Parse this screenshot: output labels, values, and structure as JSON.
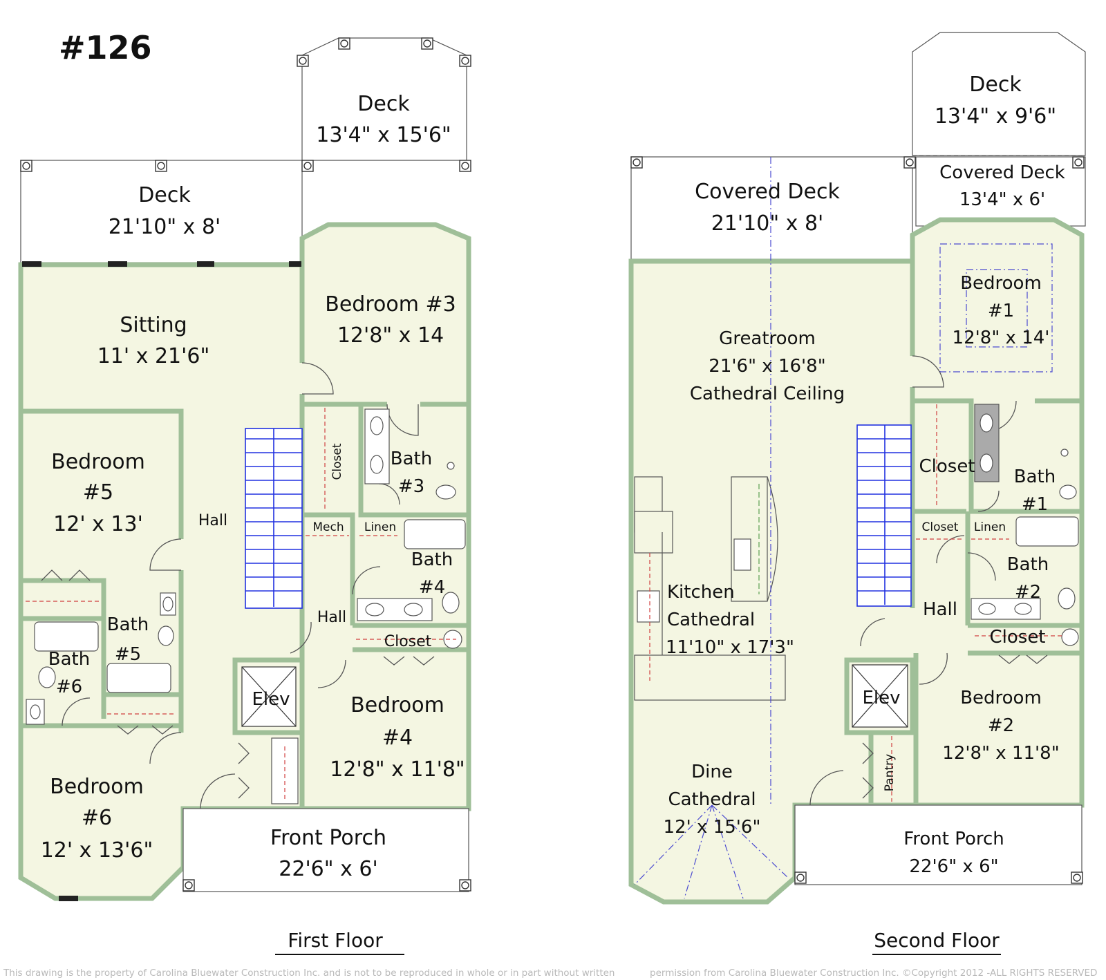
{
  "plan_number": "#126",
  "first_floor": {
    "label": "First Floor",
    "rooms": {
      "deck_upper": {
        "name": "Deck",
        "size": "13'4\" x 15'6\""
      },
      "deck_lower": {
        "name": "Deck",
        "size": "21'10\" x 8'"
      },
      "sitting": {
        "name": "Sitting",
        "size": "11' x 21'6\""
      },
      "bedroom3": {
        "name": "Bedroom #3",
        "size": "12'8\" x 14"
      },
      "bedroom5": {
        "name": "Bedroom",
        "num": "#5",
        "size": "12' x 13'"
      },
      "hall_main": "Hall",
      "closet_vertical": "Closet",
      "bath3": {
        "name": "Bath",
        "num": "#3"
      },
      "mech": "Mech",
      "linen": "Linen",
      "bath4": {
        "name": "Bath",
        "num": "#4"
      },
      "hall_small": "Hall",
      "closet_lower": "Closet",
      "bath5": {
        "name": "Bath",
        "num": "#5"
      },
      "bath6": {
        "name": "Bath",
        "num": "#6"
      },
      "elev": "Elev",
      "bedroom4": {
        "name": "Bedroom",
        "num": "#4",
        "size": "12'8\" x 11'8\""
      },
      "bedroom6": {
        "name": "Bedroom",
        "num": "#6",
        "size": "12' x 13'6\""
      },
      "front_porch": {
        "name": "Front Porch",
        "size": "22'6\" x 6'"
      }
    }
  },
  "second_floor": {
    "label": "Second Floor",
    "rooms": {
      "deck": {
        "name": "Deck",
        "size": "13'4\" x 9'6\""
      },
      "covered_deck_small": {
        "name": "Covered Deck",
        "size": "13'4\"  x 6'"
      },
      "covered_deck_large": {
        "name": "Covered Deck",
        "size": "21'10\" x 8'"
      },
      "greatroom": {
        "name": "Greatroom",
        "size": "21'6\"  x 16'8\"",
        "note": "Cathedral Ceiling"
      },
      "bedroom1": {
        "name": "Bedroom",
        "num": "#1",
        "size": "12'8\"  x 14'"
      },
      "closet_upper": "Closet",
      "bath1": {
        "name": "Bath",
        "num": "#1"
      },
      "closet_small": "Closet",
      "linen": "Linen",
      "bath2": {
        "name": "Bath",
        "num": "#2"
      },
      "hall": "Hall",
      "closet_lower": "Closet",
      "kitchen": {
        "name": "Kitchen",
        "note": "Cathedral",
        "size": "11'10\" x 17'3\""
      },
      "elev": "Elev",
      "bedroom2": {
        "name": "Bedroom",
        "num": "#2",
        "size": "12'8\" x 11'8\""
      },
      "pantry": "Pantry",
      "dine": {
        "name": "Dine",
        "note": "Cathedral",
        "size": "12' x 15'6\""
      },
      "front_porch": {
        "name": "Front Porch",
        "size": "22'6\" x 6\""
      }
    }
  },
  "copyright": {
    "left": "This drawing is the property of Carolina Bluewater Construction Inc. and is not to be reproduced in whole or in part without written",
    "right": "permission from Carolina Bluewater Construction Inc. ©Copyright 2012 -ALL RIGHTS RESERVED"
  },
  "colors": {
    "room_fill": "#f4f6e2",
    "wall": "#9fbf98",
    "stair": "#2030e0"
  }
}
